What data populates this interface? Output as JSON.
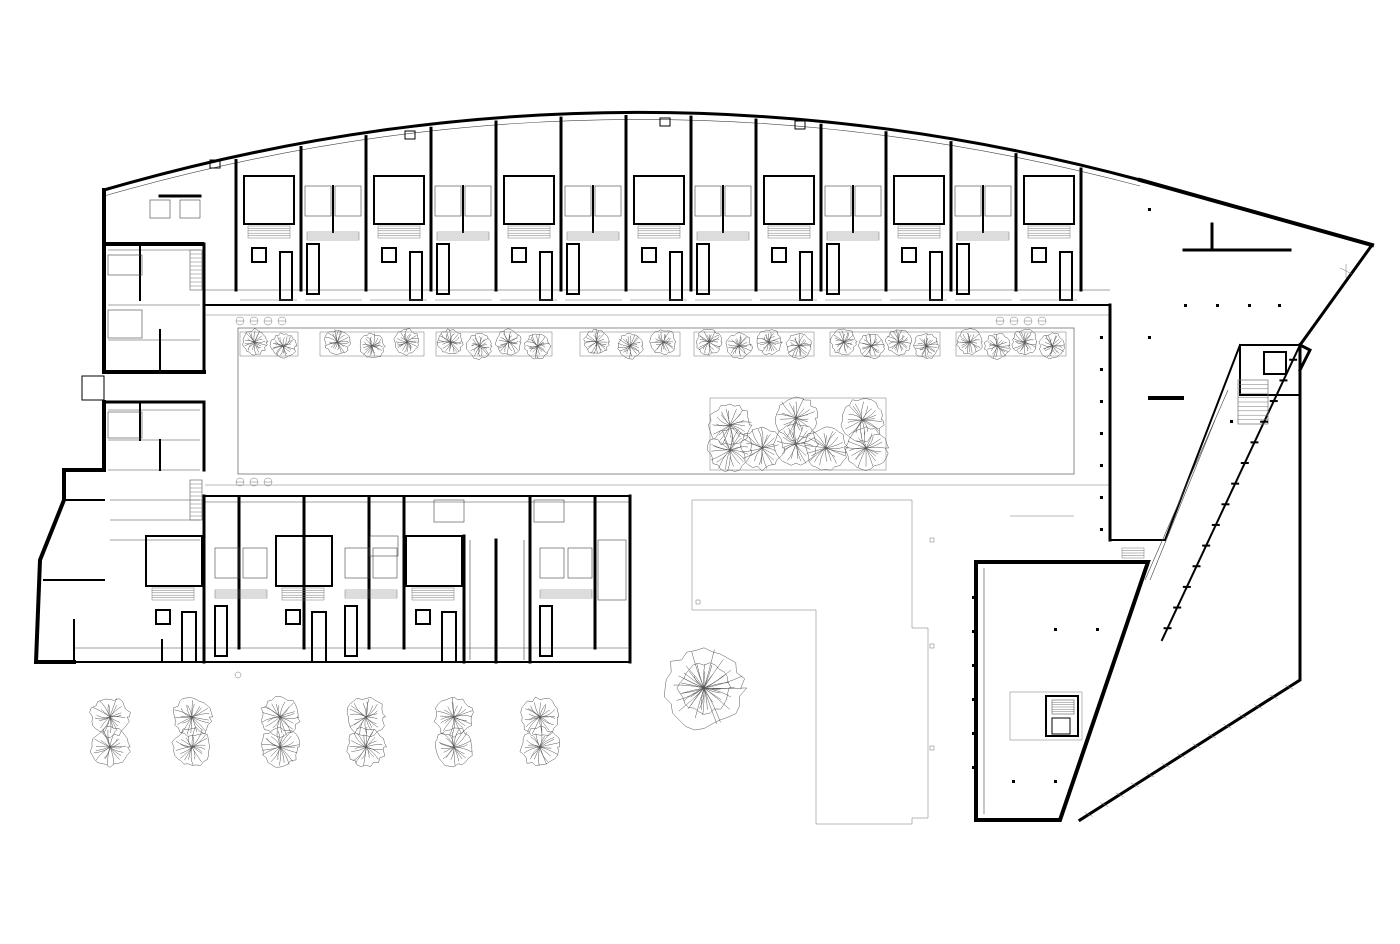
{
  "plan": {
    "background": "#ffffff",
    "ink": "#000000",
    "north_upper_units": 14,
    "south_lower_units": 9,
    "courtyard_planters": 7,
    "street_trees": 6
  }
}
